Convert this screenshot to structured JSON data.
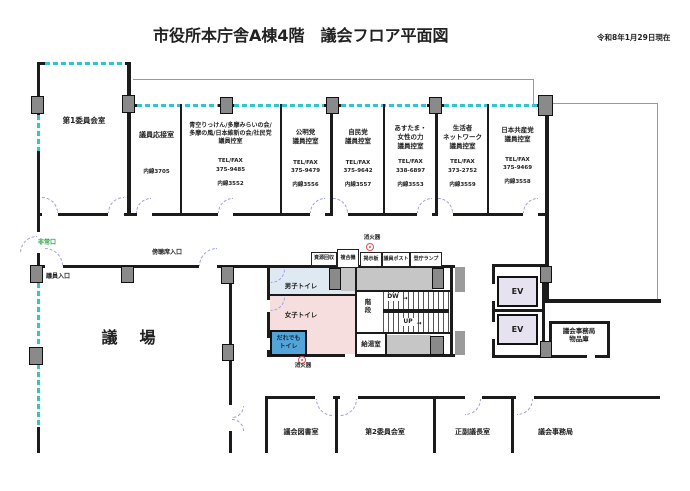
{
  "header": {
    "title": "市役所本庁舎A棟4階　議会フロア平面図",
    "date_note": "令和8年1月29日現在"
  },
  "rooms": {
    "committee1": {
      "name": "第1委員会室"
    },
    "reception": {
      "name": "議員応接室",
      "ext": "内線3705"
    },
    "party": [
      {
        "name": "青空りっけん/多摩みらいの会/\n多摩の風/日本維新の会/社民党\n議員控室",
        "tel": "TEL/FAX\n375-9485",
        "ext": "内線3552"
      },
      {
        "name": "公明党\n議員控室",
        "tel": "TEL/FAX\n375-9479",
        "ext": "内線3556"
      },
      {
        "name": "自民党\n議員控室",
        "tel": "TEL/FAX\n375-9642",
        "ext": "内線3557"
      },
      {
        "name": "あすたま・\n女性の力\n議員控室",
        "tel": "TEL/FAX\n338-6897",
        "ext": "内線3553"
      },
      {
        "name": "生活者\nネットワーク\n議員控室",
        "tel": "TEL/FAX\n373-2752",
        "ext": "内線3559"
      },
      {
        "name": "日本共産党\n議員控室",
        "tel": "TEL/FAX\n375-9469",
        "ext": "内線3558"
      }
    ],
    "chamber": {
      "name": "議　場"
    },
    "mens_toilet": {
      "name": "男子トイレ"
    },
    "womens_toilet": {
      "name": "女子トイレ"
    },
    "accessible_toilet": {
      "name": "だれでも\nトイレ"
    },
    "stairs": {
      "name": "階\n段",
      "dw": "DW",
      "up": "UP",
      "arrow": "→"
    },
    "kitchen": {
      "name": "給湯室"
    },
    "elevator": {
      "label": "EV"
    },
    "storage": {
      "name": "議会事務局\n物品庫"
    },
    "library": {
      "name": "議会図書室"
    },
    "committee2": {
      "name": "第2委員会室"
    },
    "chair_room": {
      "name": "正副議長室"
    },
    "secretariat": {
      "name": "議会事務局"
    }
  },
  "entrances": {
    "emergency": "非常口",
    "member": "議員入口",
    "gallery": "傍聴席入口"
  },
  "fixtures": {
    "recycle": "資源回収",
    "copier": "複合機",
    "board": "掲示板",
    "member_post": "議員ポスト",
    "lamp": "登庁ランプ",
    "extinguisher": "消火器"
  },
  "colors": {
    "window_cyan": "#35c3cc",
    "emergency_green": "#2ba244",
    "mens_blue": "#dfe9f2",
    "womens_pink": "#f6dede",
    "accessible_blue": "#53a5d9",
    "ev_lavender": "#e6e2f0",
    "extinguisher_red": "#e05252",
    "door_arc": "#9a9ee0"
  }
}
